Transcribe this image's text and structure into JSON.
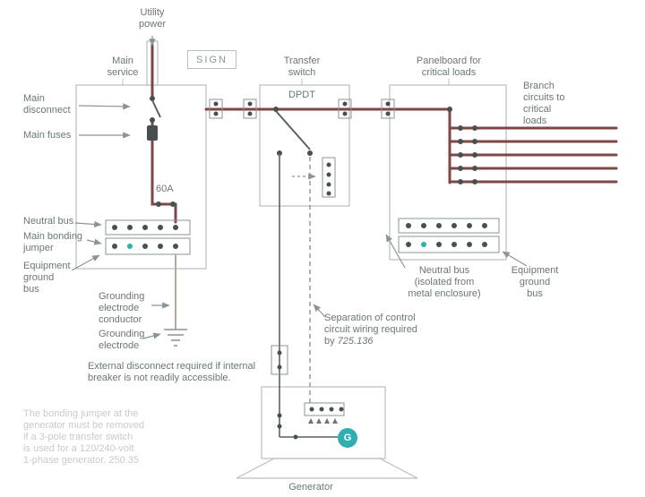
{
  "colors": {
    "wire_red": "#7d4747",
    "dark_terminal": "#46514f",
    "accent_teal": "#2fafaf",
    "box_stroke": "#b9bfbf",
    "arrow_gray": "#8a9494",
    "text_gray": "#6b7676",
    "faded_text": "#c6cbcb",
    "ground_conductor_tan": "#b3ab9e"
  },
  "labels": {
    "utility_power": "Utility\npower",
    "sign": "SIGN",
    "main_service": "Main\nservice",
    "transfer_switch": "Transfer\nswitch",
    "dpdt": "DPDT",
    "panelboard": "Panelboard for\ncritical loads",
    "branch_circuits": "Branch\ncircuits to\ncritical\nloads",
    "main_disconnect": "Main\ndisconnect",
    "main_fuses": "Main fuses",
    "breaker_rating": "60A",
    "neutral_bus_left": "Neutral bus",
    "main_bonding_jumper": "Main bonding\njumper",
    "equipment_ground_bus_left": "Equipment\nground\nbus",
    "grounding_electrode_conductor": "Grounding\nelectrode\nconductor",
    "grounding_electrode": "Grounding\nelectrode",
    "external_disconnect_note": "External disconnect required if internal\nbreaker is not readily accessible.",
    "generator_bonding_note": "The bonding jumper at the\ngenerator must be removed\nif a 3-pole transfer switch\nis used for a 120/240-volt\n1-phase generator. 250.35",
    "neutral_bus_isolated": "Neutral bus\n(isolated from\nmetal enclosure)",
    "equipment_ground_bus_right": "Equipment\nground\nbus",
    "separation_note": "Separation of control\ncircuit wiring required\nby ",
    "separation_ref": "725.136",
    "generator": "Generator",
    "generator_badge": "G"
  }
}
